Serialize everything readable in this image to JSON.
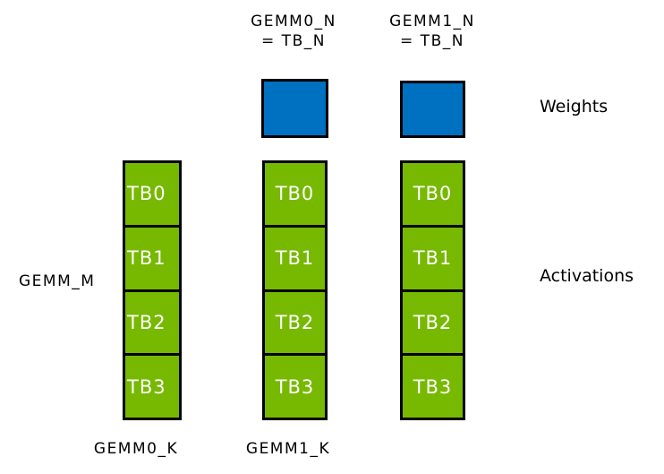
{
  "colors": {
    "background": "#ffffff",
    "weights_blue": "#0070c0",
    "nvidia_green": "#76b900",
    "border_black": "#000000",
    "tb_label_white": "#ffffff",
    "text_black": "#000000"
  },
  "top_labels": [
    {
      "line1": "GEMM0_N",
      "line2": "= TB_N"
    },
    {
      "line1": "GEMM1_N",
      "line2": "= TB_N"
    }
  ],
  "side_labels": {
    "weights": "Weights",
    "activations": "Activations"
  },
  "left_label": {
    "gemm_m": "GEMM_M"
  },
  "bottom_labels": [
    {
      "text": "GEMM0_K"
    },
    {
      "text": "GEMM1_K"
    }
  ],
  "weights_blocks": [
    {
      "name": "weights-tile-0"
    },
    {
      "name": "weights-tile-1"
    }
  ],
  "columns": [
    {
      "name": "activation-column-0",
      "blocks": [
        "TB0",
        "TB1",
        "TB2",
        "TB3"
      ]
    },
    {
      "name": "activation-column-1",
      "blocks": [
        "TB0",
        "TB1",
        "TB2",
        "TB3"
      ]
    },
    {
      "name": "activation-column-2",
      "blocks": [
        "TB0",
        "TB1",
        "TB2",
        "TB3"
      ]
    }
  ]
}
